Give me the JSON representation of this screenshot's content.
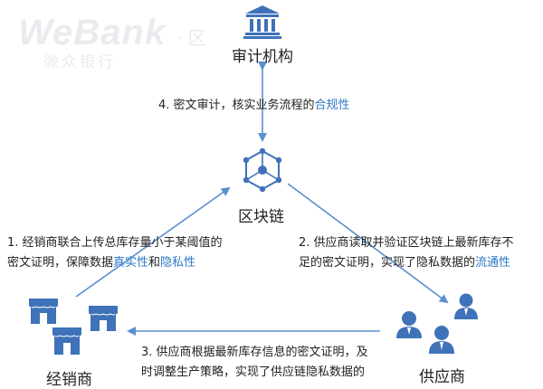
{
  "watermark": {
    "text": "WeBank",
    "subtext": "微众银行",
    "extra": "· 区"
  },
  "nodes": {
    "audit": {
      "label": "审计机构",
      "icon": "bank-building-icon"
    },
    "blockchain": {
      "label": "区块链",
      "icon": "blockchain-cube-icon"
    },
    "dealer": {
      "label": "经销商",
      "icon": "storefront-icon"
    },
    "supplier": {
      "label": "供应商",
      "icon": "people-group-icon"
    }
  },
  "steps": {
    "step1": {
      "line1": "1. 经销商联合上传总库存量小于某阈值的",
      "line2_prefix": "密文证明，保障数据",
      "line2_hl1": "真实性",
      "line2_mid": "和",
      "line2_hl2": "隐私性"
    },
    "step2": {
      "line1": "2. 供应商读取并验证区块链上最新库存不",
      "line2_prefix": "足的密文证明，实现了隐私数据的",
      "line2_hl": "流通性"
    },
    "step3": {
      "line1": "3. 供应商根据最新库存信息的密文证明，及",
      "line2": "时调整生产策略，实现了供应链隐私数据的"
    },
    "step4": {
      "prefix": "4. 密文审计，核实业务流程的",
      "hl": "合规性"
    }
  },
  "colors": {
    "icon_blue": "#3f72b8",
    "arrow_blue": "#5b8fd0",
    "highlight_blue": "#2e78c7"
  }
}
